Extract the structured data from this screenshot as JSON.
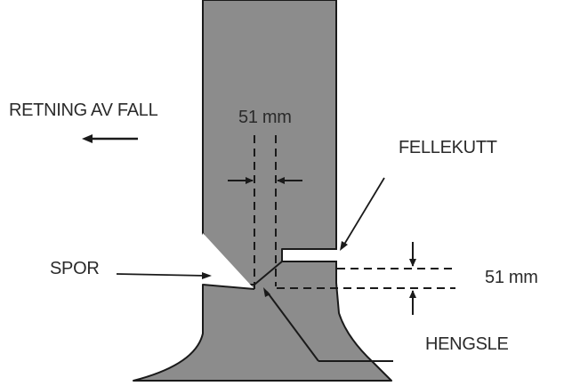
{
  "diagram": {
    "labels": {
      "fall_direction": "RETNING AV FALL",
      "hinge_width": "51 mm",
      "felling_cut": "FELLEKUTT",
      "notch": "SPOR",
      "cut_offset": "51 mm",
      "hinge": "HENGSLE"
    },
    "colors": {
      "trunk_fill": "#8c8c8c",
      "outline": "#1a1a1a",
      "text": "#2a2a2a"
    },
    "icons": {
      "fall_direction": "arrow-left-icon"
    }
  }
}
